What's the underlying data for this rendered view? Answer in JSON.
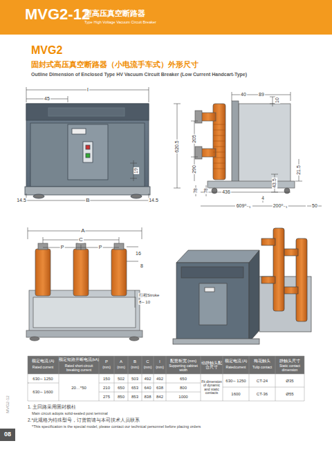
{
  "diagram": {
    "nodes": [
      {
        "text": [
          "MVG2-12",
          "型高压真空断路器",
          "Type High Voltage Vacuum Circuit Breaker"
        ]
      }
    ],
    "labels": [
      "MVG2",
      "固封式高压真空断路器（小电流手车式）外形尺寸",
      "Outline Dimension of Enclosed Type HV Vacuum Circuit Breaker (Low Current Handcart-Type)",
      "l",
      "45",
      "19",
      "14.5",
      "B",
      "14.5",
      "40",
      "89",
      "10",
      "620.5",
      "205",
      "290",
      "78",
      "78",
      "43.5",
      "21.5",
      "436",
      "4",
      "609⁰₋₁",
      "200⁰₋₁",
      "50",
      "A",
      "C",
      "P",
      "P",
      "16",
      "8",
      "行程Stroke",
      "8～10",
      "额定电流 (A)",
      "Rated current",
      "额定短路开断电流(kA)",
      "Rated short-circuit breaking current",
      "P",
      "(mm)",
      "A",
      "(mm)",
      "B",
      "(mm)",
      "C",
      "(mm)",
      "l",
      "(mm)",
      "配套柜宽 (mm)",
      "Supporting cabinet width",
      "动静触头配合尺寸",
      "额定电流 (A)",
      "Ratedcurrent",
      "梅花触头",
      "Tulip contact",
      "静触头尺寸",
      "Static contact dimension",
      "630～1250",
      "20…*50",
      "150",
      "502",
      "503",
      "492",
      "492",
      "650",
      "630～1600",
      "210",
      "650",
      "653",
      "640",
      "638",
      "800",
      "275",
      "850",
      "853",
      "838",
      "842",
      "1000",
      "Fit dimension of dynamic and static contacts",
      "630～1250",
      "CT-24",
      "Ø35",
      "1600",
      "CT-36",
      "Ø55",
      "1. 主回路采用固封极柱",
      "Main circuit adopts solid-sealed post terminal",
      "2.*此规格为特殊型号，订货前请与本司技术人员联系",
      "*This specification is the special model, please contact our technical personnel before placing orders",
      "MVG2-12",
      "08"
    ]
  }
}
